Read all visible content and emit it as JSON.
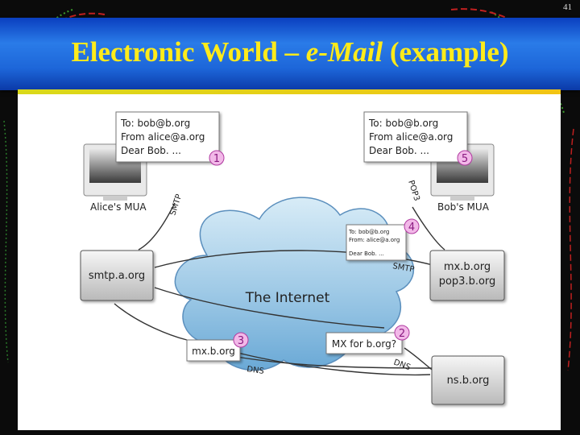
{
  "slide": {
    "page_number": "41",
    "title_main": "Electronic World – ",
    "title_italic": "e-Mail",
    "title_tail": " (example)"
  },
  "diagram": {
    "email_left": {
      "to": "To: bob@b.org",
      "from": "From alice@a.org",
      "body": "Dear Bob. ...",
      "step": "1"
    },
    "email_right": {
      "to": "To: bob@b.org",
      "from": "From alice@a.org",
      "body": "Dear Bob. ...",
      "step": "5"
    },
    "alice_label": "Alice's MUA",
    "bob_label": "Bob's MUA",
    "smtp_server": "smtp.a.org",
    "mx_server_line1": "mx.b.org",
    "mx_server_line2": "pop3.b.org",
    "ns_server": "ns.b.org",
    "internet_label": "The Internet",
    "mx_box": {
      "label": "mx.b.org",
      "step": "3"
    },
    "mx_query": {
      "label": "MX for b.org?",
      "step": "2"
    },
    "small_email": {
      "to": "To: bob@b.org",
      "from": "From: alice@a.org",
      "body": "Dear Bob. ...",
      "step": "4"
    },
    "link_smtp_1": "SMTP",
    "link_pop3": "POP3",
    "link_smtp_2": "SMTP",
    "link_dns_1": "DNS",
    "link_dns_2": "DNS"
  }
}
